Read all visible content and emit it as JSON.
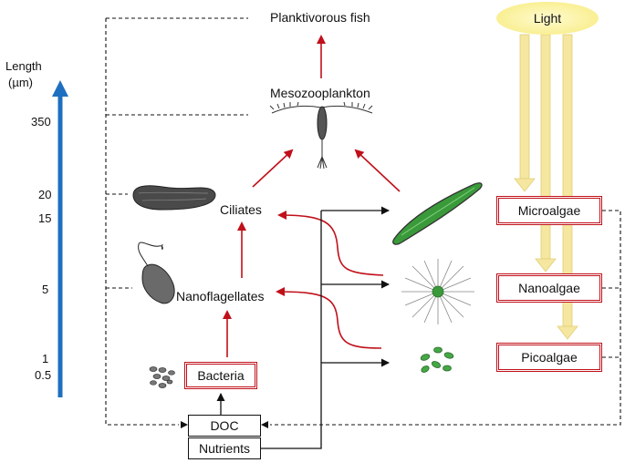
{
  "axis": {
    "title_line1": "Length",
    "title_line2": "(µm)",
    "ticks": [
      "350",
      "20",
      "15",
      "5",
      "1",
      "0.5"
    ]
  },
  "nodes": {
    "planktivorous_fish": "Planktivorous fish",
    "mesozooplankton": "Mesozooplankton",
    "ciliates": "Ciliates",
    "nanoflagellates": "Nanoflagellates",
    "bacteria": "Bacteria",
    "doc": "DOC",
    "nutrients": "Nutrients",
    "light": "Light",
    "microalgae": "Microalgae",
    "nanoalgae": "Nanoalgae",
    "picoalgae": "Picoalgae"
  },
  "colors": {
    "axis_arrow": "#1f6fc0",
    "trophic_arrow": "#c0101a",
    "box_border": "#c0101a",
    "light_beam": "#f5e6a0",
    "light_source": "#f7ea7a",
    "algae_green": "#3a9a3a"
  },
  "icons": [
    "mesozooplankton-icon",
    "ciliate-icon",
    "nanoflagellate-icon",
    "bacteria-icon",
    "diatom-icon",
    "radiolarian-icon",
    "picoalgae-cells-icon"
  ]
}
